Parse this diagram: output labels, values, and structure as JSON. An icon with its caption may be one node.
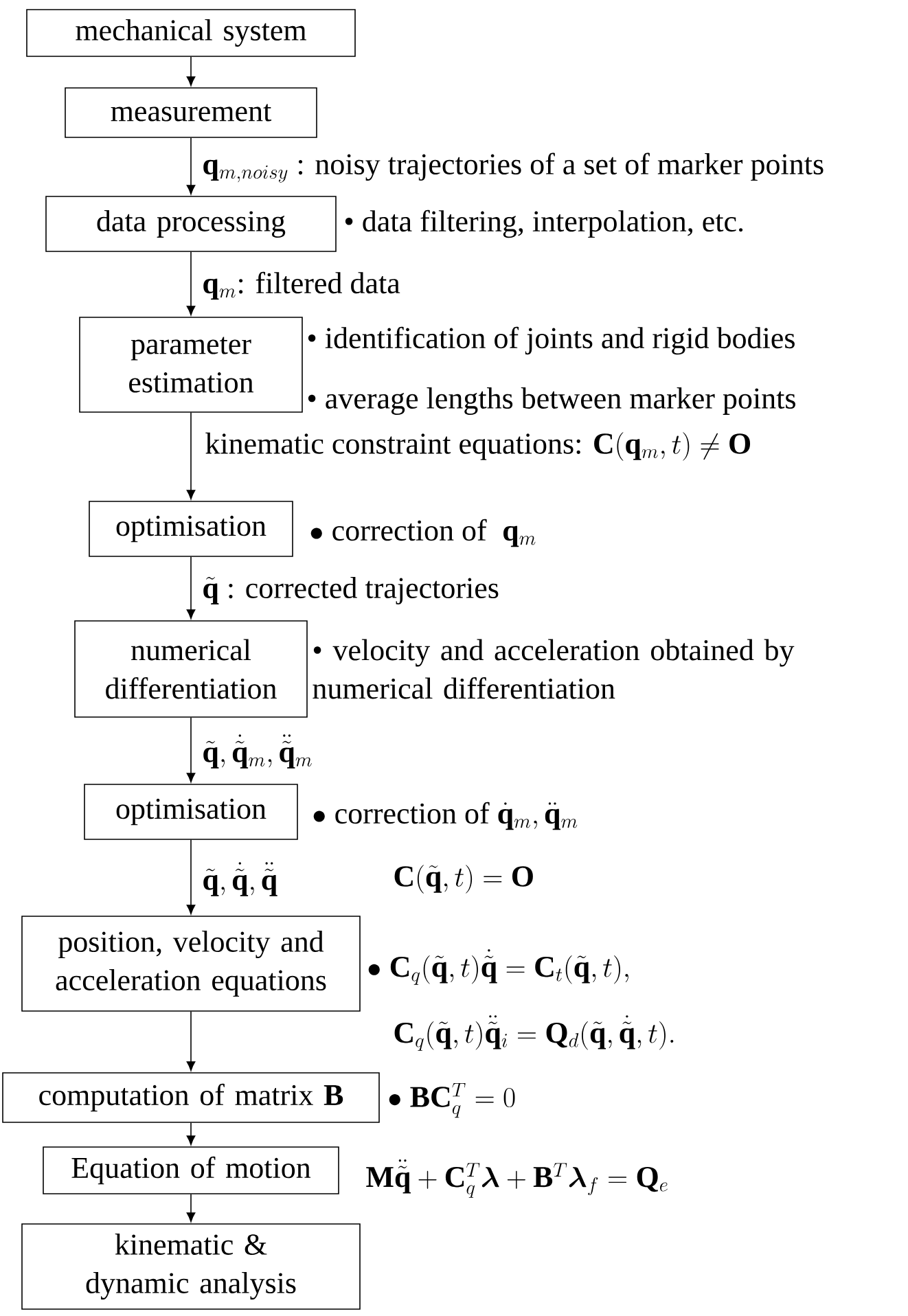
{
  "diagram": {
    "nodes": [
      {
        "text": [
          "mechanical system"
        ]
      },
      {
        "text": [
          "measurement"
        ]
      },
      {
        "text": [
          "data processing"
        ],
        "beside": [
          "• data filtering, interpolation, etc."
        ]
      },
      {
        "text": [
          "parameter estimation"
        ],
        "beside": [
          "• identification of joints and rigid bodies",
          "• average lengths between marker points"
        ]
      },
      {
        "text": [
          "optimisation"
        ],
        "beside": [
          "\\bullet\\;\\text{correction of }\\;\\mathbf{q}_{m}"
        ]
      },
      {
        "text": [
          "numerical differentiation"
        ],
        "beside": [
          "• velocity and acceleration obtained by numerical differentiation"
        ]
      },
      {
        "text": [
          "optimisation"
        ],
        "beside": [
          "\\bullet\\;\\text{correction of }\\dot{\\mathbf{q}}_{m},\\ddot{\\mathbf{q}}_{m}"
        ]
      },
      {
        "text": [
          "position, velocity and acceleration equations"
        ],
        "beside": [
          "\\mathbf{C}(\\tilde{\\mathbf{q}},t)=\\mathbf{O}",
          "\\bullet\\;\\mathbf{C}_{q}(\\tilde{\\mathbf{q}},t)\\dot{\\tilde{\\mathbf{q}}}=\\mathbf{C}_{t}(\\tilde{\\mathbf{q}},t),",
          "\\mathbf{C}_{q}(\\tilde{\\mathbf{q}},t)\\ddot{\\tilde{\\mathbf{q}}}_{i}=\\mathbf{Q}_{d}(\\tilde{\\mathbf{q}},\\dot{\\tilde{\\mathbf{q}}},t)."
        ]
      },
      {
        "text": [
          "computation of matrix **B**"
        ],
        "beside": [
          "\\bullet\\;\\mathbf{B}\\mathbf{C}_{q}^{T}=0"
        ]
      },
      {
        "text": [
          "Equation of motion"
        ],
        "beside": [
          "\\mathbf{M}\\ddot{\\tilde{\\mathbf{q}}}+\\mathbf{C}_{q}^{T}\\boldsymbol{\\lambda}+\\mathbf{B}^{T}\\boldsymbol{\\lambda}_{f}=\\mathbf{Q}_{e}"
        ]
      },
      {
        "text": [
          "kinematic & dynamic analysis"
        ]
      }
    ],
    "edges": [
      {
        "from": 0,
        "to": 1,
        "arrow": "to"
      },
      {
        "from": 1,
        "to": 2,
        "arrow": "to",
        "label": "\\mathbf{q}_{m,noisy}\\text{ : noisy trajectories of a set of marker points}"
      },
      {
        "from": 2,
        "to": 3,
        "arrow": "to",
        "label": "\\mathbf{q}_{m}\\text{: filtered data}"
      },
      {
        "from": 3,
        "to": 4,
        "arrow": "to",
        "label": "\\text{kinematic constraint equations: }\\mathbf{C}(\\mathbf{q}_{m},t)\\neq\\mathbf{O}"
      },
      {
        "from": 4,
        "to": 5,
        "arrow": "to",
        "label": "\\tilde{\\mathbf{q}}\\text{ : corrected trajectories}"
      },
      {
        "from": 5,
        "to": 6,
        "arrow": "to",
        "label": "\\tilde{\\mathbf{q}},\\dot{\\tilde{\\mathbf{q}}}_{m},\\ddot{\\tilde{\\mathbf{q}}}_{m}"
      },
      {
        "from": 6,
        "to": 7,
        "arrow": "to",
        "label": "\\tilde{\\mathbf{q}},\\dot{\\tilde{\\mathbf{q}}},\\ddot{\\tilde{\\mathbf{q}}}"
      },
      {
        "from": 7,
        "to": 8,
        "arrow": "to"
      },
      {
        "from": 8,
        "to": 9,
        "arrow": "to"
      },
      {
        "from": 9,
        "to": 10,
        "arrow": "to"
      }
    ]
  }
}
